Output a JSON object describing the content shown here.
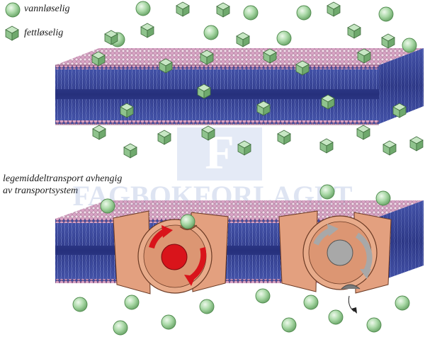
{
  "legend": {
    "water_soluble_label": "vannløselig",
    "fat_soluble_label": "fettløselig"
  },
  "caption": {
    "line1": "legemiddeltransport avhengig",
    "line2": "av transportsystem"
  },
  "watermark": {
    "text": "FAGBOKFORLAGET"
  },
  "colors": {
    "sphere": "#a9d8a6",
    "cube": "#8fc38d",
    "membrane_core": "#2d3a8f",
    "lipid_head": "#d8a3c4",
    "protein": "#e3a07f",
    "active_rotor": "#d9141b",
    "inactive_rotor": "#a8a8a8"
  }
}
